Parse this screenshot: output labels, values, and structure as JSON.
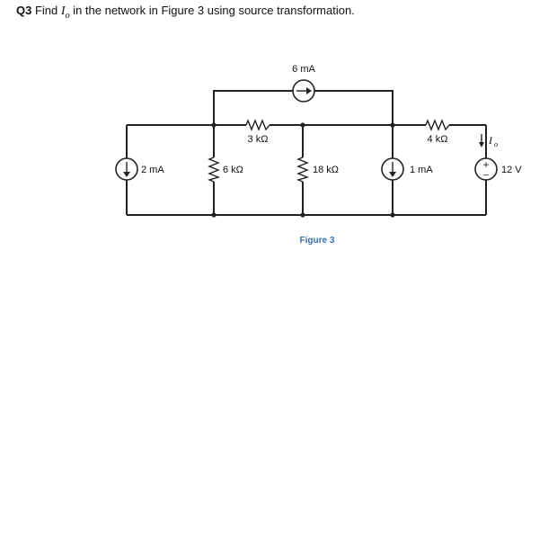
{
  "question": {
    "number": "Q3",
    "text_before": "Find",
    "variable": "I",
    "variable_sub": "o",
    "text_after": "in the network in Figure 3 using source transformation."
  },
  "figure": {
    "caption": "Figure 3",
    "components": {
      "src_2ma": "2 mA",
      "res_6k": "6 kΩ",
      "res_3k": "3 kΩ",
      "src_6ma": "6 mA",
      "res_18k": "18 kΩ",
      "src_1ma": "1 mA",
      "res_4k": "4 kΩ",
      "src_12v": "12 V"
    },
    "current_label": {
      "symbol": "I",
      "sub": "o"
    },
    "voltage_polarity": {
      "plus": "+",
      "minus": "−"
    }
  }
}
